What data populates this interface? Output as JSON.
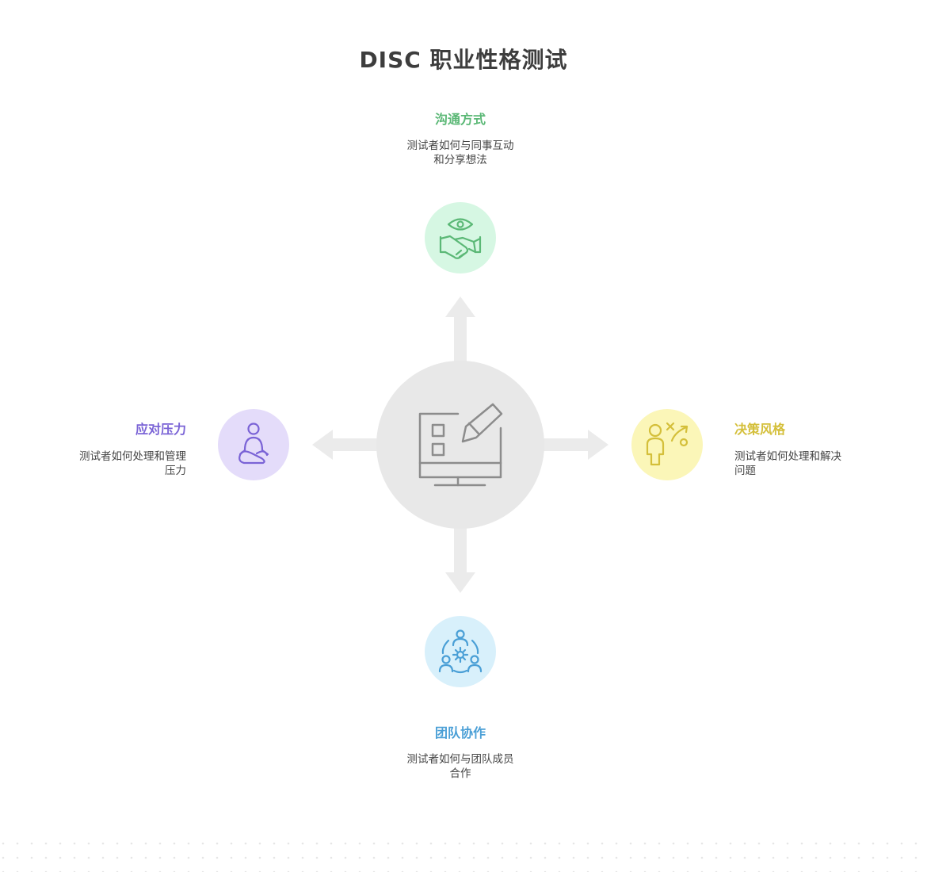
{
  "title": "DISC 职业性格测试",
  "colors": {
    "center": "#e8e8e8",
    "arrow": "#ebebeb",
    "green": "#5bb876",
    "green_bg": "#d6f7e3",
    "purple": "#7a63d6",
    "purple_bg": "#e4dcfa",
    "yellow": "#d4bf3a",
    "yellow_bg": "#fbf6b8",
    "blue": "#4a9fd6",
    "blue_bg": "#d8f0fb"
  },
  "center": {
    "icon": "computer-checklist-pencil-icon"
  },
  "nodes": {
    "top": {
      "title": "沟通方式",
      "desc_line1": "测试者如何与同事互动",
      "desc_line2": "和分享想法",
      "icon": "eye-handshake-icon"
    },
    "left": {
      "title": "应对压力",
      "desc_line1": "测试者如何处理和管理",
      "desc_line2": "压力",
      "icon": "meditation-person-icon"
    },
    "right": {
      "title": "决策风格",
      "desc_line1": "测试者如何处理和解决",
      "desc_line2": "问题",
      "icon": "person-strategy-icon"
    },
    "bottom": {
      "title": "团队协作",
      "desc_line1": "测试者如何与团队成员",
      "desc_line2": "合作",
      "icon": "team-gear-icon"
    }
  }
}
